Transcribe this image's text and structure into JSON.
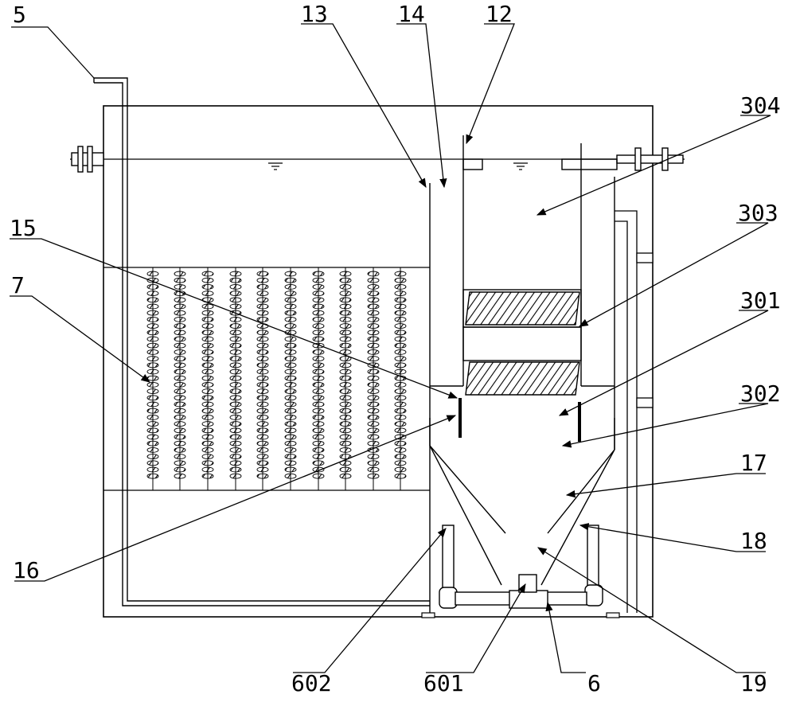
{
  "diagram": {
    "labels": {
      "l5": "5",
      "l13": "13",
      "l14": "14",
      "l12": "12",
      "l304": "304",
      "l303": "303",
      "l301": "301",
      "l302": "302",
      "l15": "15",
      "l7": "7",
      "l17": "17",
      "l18": "18",
      "l16": "16",
      "l602": "602",
      "l601": "601",
      "l6": "6",
      "l19": "19"
    },
    "colors": {
      "line": "#000000",
      "background": "#ffffff"
    }
  }
}
